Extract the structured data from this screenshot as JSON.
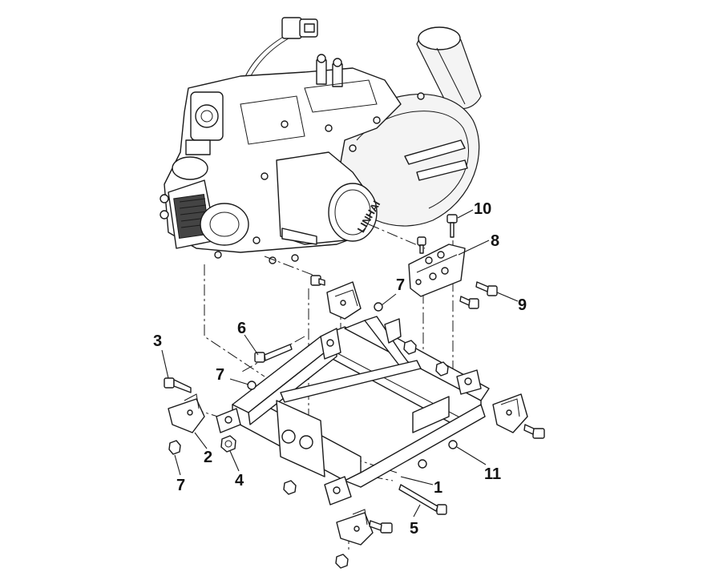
{
  "diagram": {
    "engine_logo": "LINHAI",
    "callouts": [
      {
        "id": "c1",
        "label": "1"
      },
      {
        "id": "c2",
        "label": "2"
      },
      {
        "id": "c3",
        "label": "3"
      },
      {
        "id": "c4",
        "label": "4"
      },
      {
        "id": "c5",
        "label": "5"
      },
      {
        "id": "c6",
        "label": "6"
      },
      {
        "id": "c7a",
        "label": "7"
      },
      {
        "id": "c7b",
        "label": "7"
      },
      {
        "id": "c7c",
        "label": "7"
      },
      {
        "id": "c8",
        "label": "8"
      },
      {
        "id": "c9",
        "label": "9"
      },
      {
        "id": "c10",
        "label": "10"
      },
      {
        "id": "c11",
        "label": "11"
      }
    ]
  }
}
